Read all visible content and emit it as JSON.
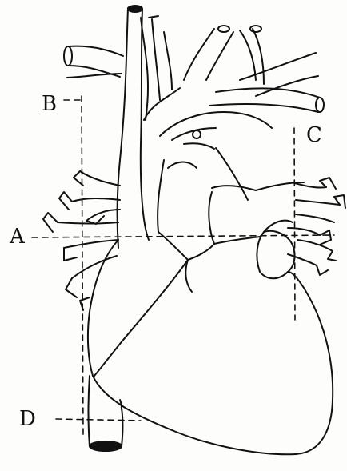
{
  "labels": {
    "a": "A",
    "b": "B",
    "c": "C",
    "d": "D"
  },
  "colors": {
    "ink": "#111111",
    "paper": "#fdfdfb"
  }
}
